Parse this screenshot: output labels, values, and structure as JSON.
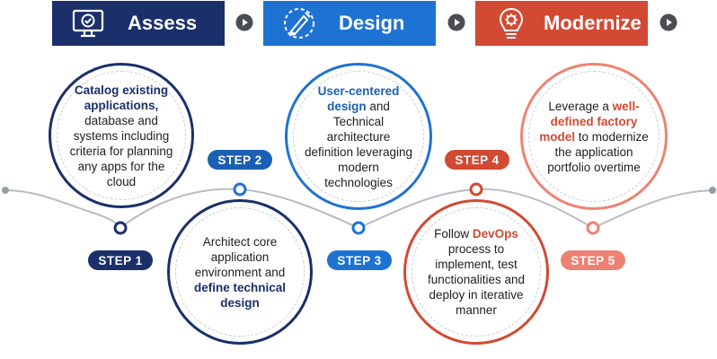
{
  "colors": {
    "navy": "#1b2f6b",
    "blue": "#1e73d2",
    "red": "#d24a33",
    "salmon": "#ee8272",
    "gray": "#9a9ea6"
  },
  "phases": [
    {
      "label": "Assess",
      "icon": "monitor-check-icon"
    },
    {
      "label": "Design",
      "icon": "pen-tool-icon"
    },
    {
      "label": "Modernize",
      "icon": "lightbulb-gear-icon"
    }
  ],
  "steps": [
    {
      "label": "STEP 1",
      "text": [
        {
          "t": "Catalog existing applications,",
          "bold": true
        },
        {
          "t": " database and systems including criteria for planning any apps for the cloud",
          "bold": false
        }
      ]
    },
    {
      "label": "STEP 2",
      "text": [
        {
          "t": "Architect core application environment and ",
          "bold": false
        },
        {
          "t": "define technical design",
          "bold": true
        }
      ]
    },
    {
      "label": "STEP 3",
      "text": [
        {
          "t": "User-centered design",
          "bold": true
        },
        {
          "t": " and Technical architecture definition leveraging modern technologies",
          "bold": false
        }
      ]
    },
    {
      "label": "STEP 4",
      "text": [
        {
          "t": "Follow ",
          "bold": false
        },
        {
          "t": "DevOps",
          "bold": true
        },
        {
          "t": " process to implement, test functionalities and deploy in iterative manner",
          "bold": false
        }
      ]
    },
    {
      "label": "STEP 5",
      "text": [
        {
          "t": "Leverage a ",
          "bold": false
        },
        {
          "t": "well-defined factory model",
          "bold": true
        },
        {
          "t": " to modernize the application portfolio overtime",
          "bold": false
        }
      ]
    }
  ]
}
